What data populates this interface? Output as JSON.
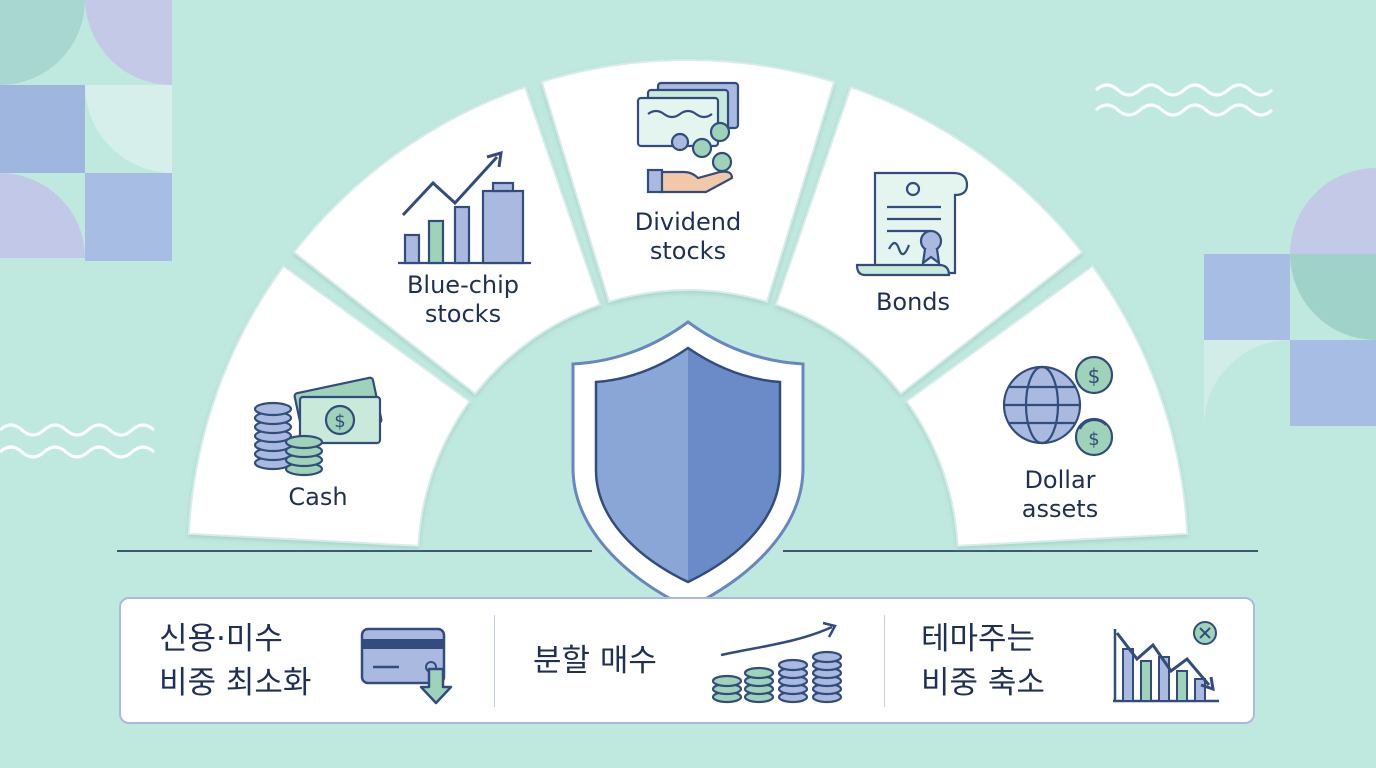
{
  "fan": {
    "segments": [
      {
        "id": "cash",
        "lines": [
          "Cash"
        ],
        "icon": "cash-coins-banknote-icon"
      },
      {
        "id": "blue-chip",
        "lines": [
          "Blue-chip",
          "stocks"
        ],
        "icon": "rising-chart-buildings-icon"
      },
      {
        "id": "dividend",
        "lines": [
          "Dividend",
          "stocks"
        ],
        "icon": "certificates-hand-coins-icon"
      },
      {
        "id": "bonds",
        "lines": [
          "Bonds"
        ],
        "icon": "bond-scroll-certificate-icon"
      },
      {
        "id": "dollar",
        "lines": [
          "Dollar",
          "assets"
        ],
        "icon": "globe-dollar-exchange-icon"
      }
    ],
    "center_icon": "shield-icon"
  },
  "strategies": [
    {
      "id": "credit",
      "lines": [
        "신용·미수",
        "비중 최소화"
      ],
      "icon": "credit-card-down-arrow-icon"
    },
    {
      "id": "split-buy",
      "lines": [
        "분할 매수"
      ],
      "icon": "rising-coin-stacks-icon"
    },
    {
      "id": "theme",
      "lines": [
        "테마주는",
        "비중 축소"
      ],
      "icon": "falling-chart-x-icon"
    }
  ],
  "colors": {
    "background": "#bfe9df",
    "segment_fill": "#ffffff",
    "shield_fill": "#6f8fcb",
    "text": "#1f2f55",
    "accent_green": "#9fd3b9",
    "accent_blue": "#a9b9df"
  }
}
